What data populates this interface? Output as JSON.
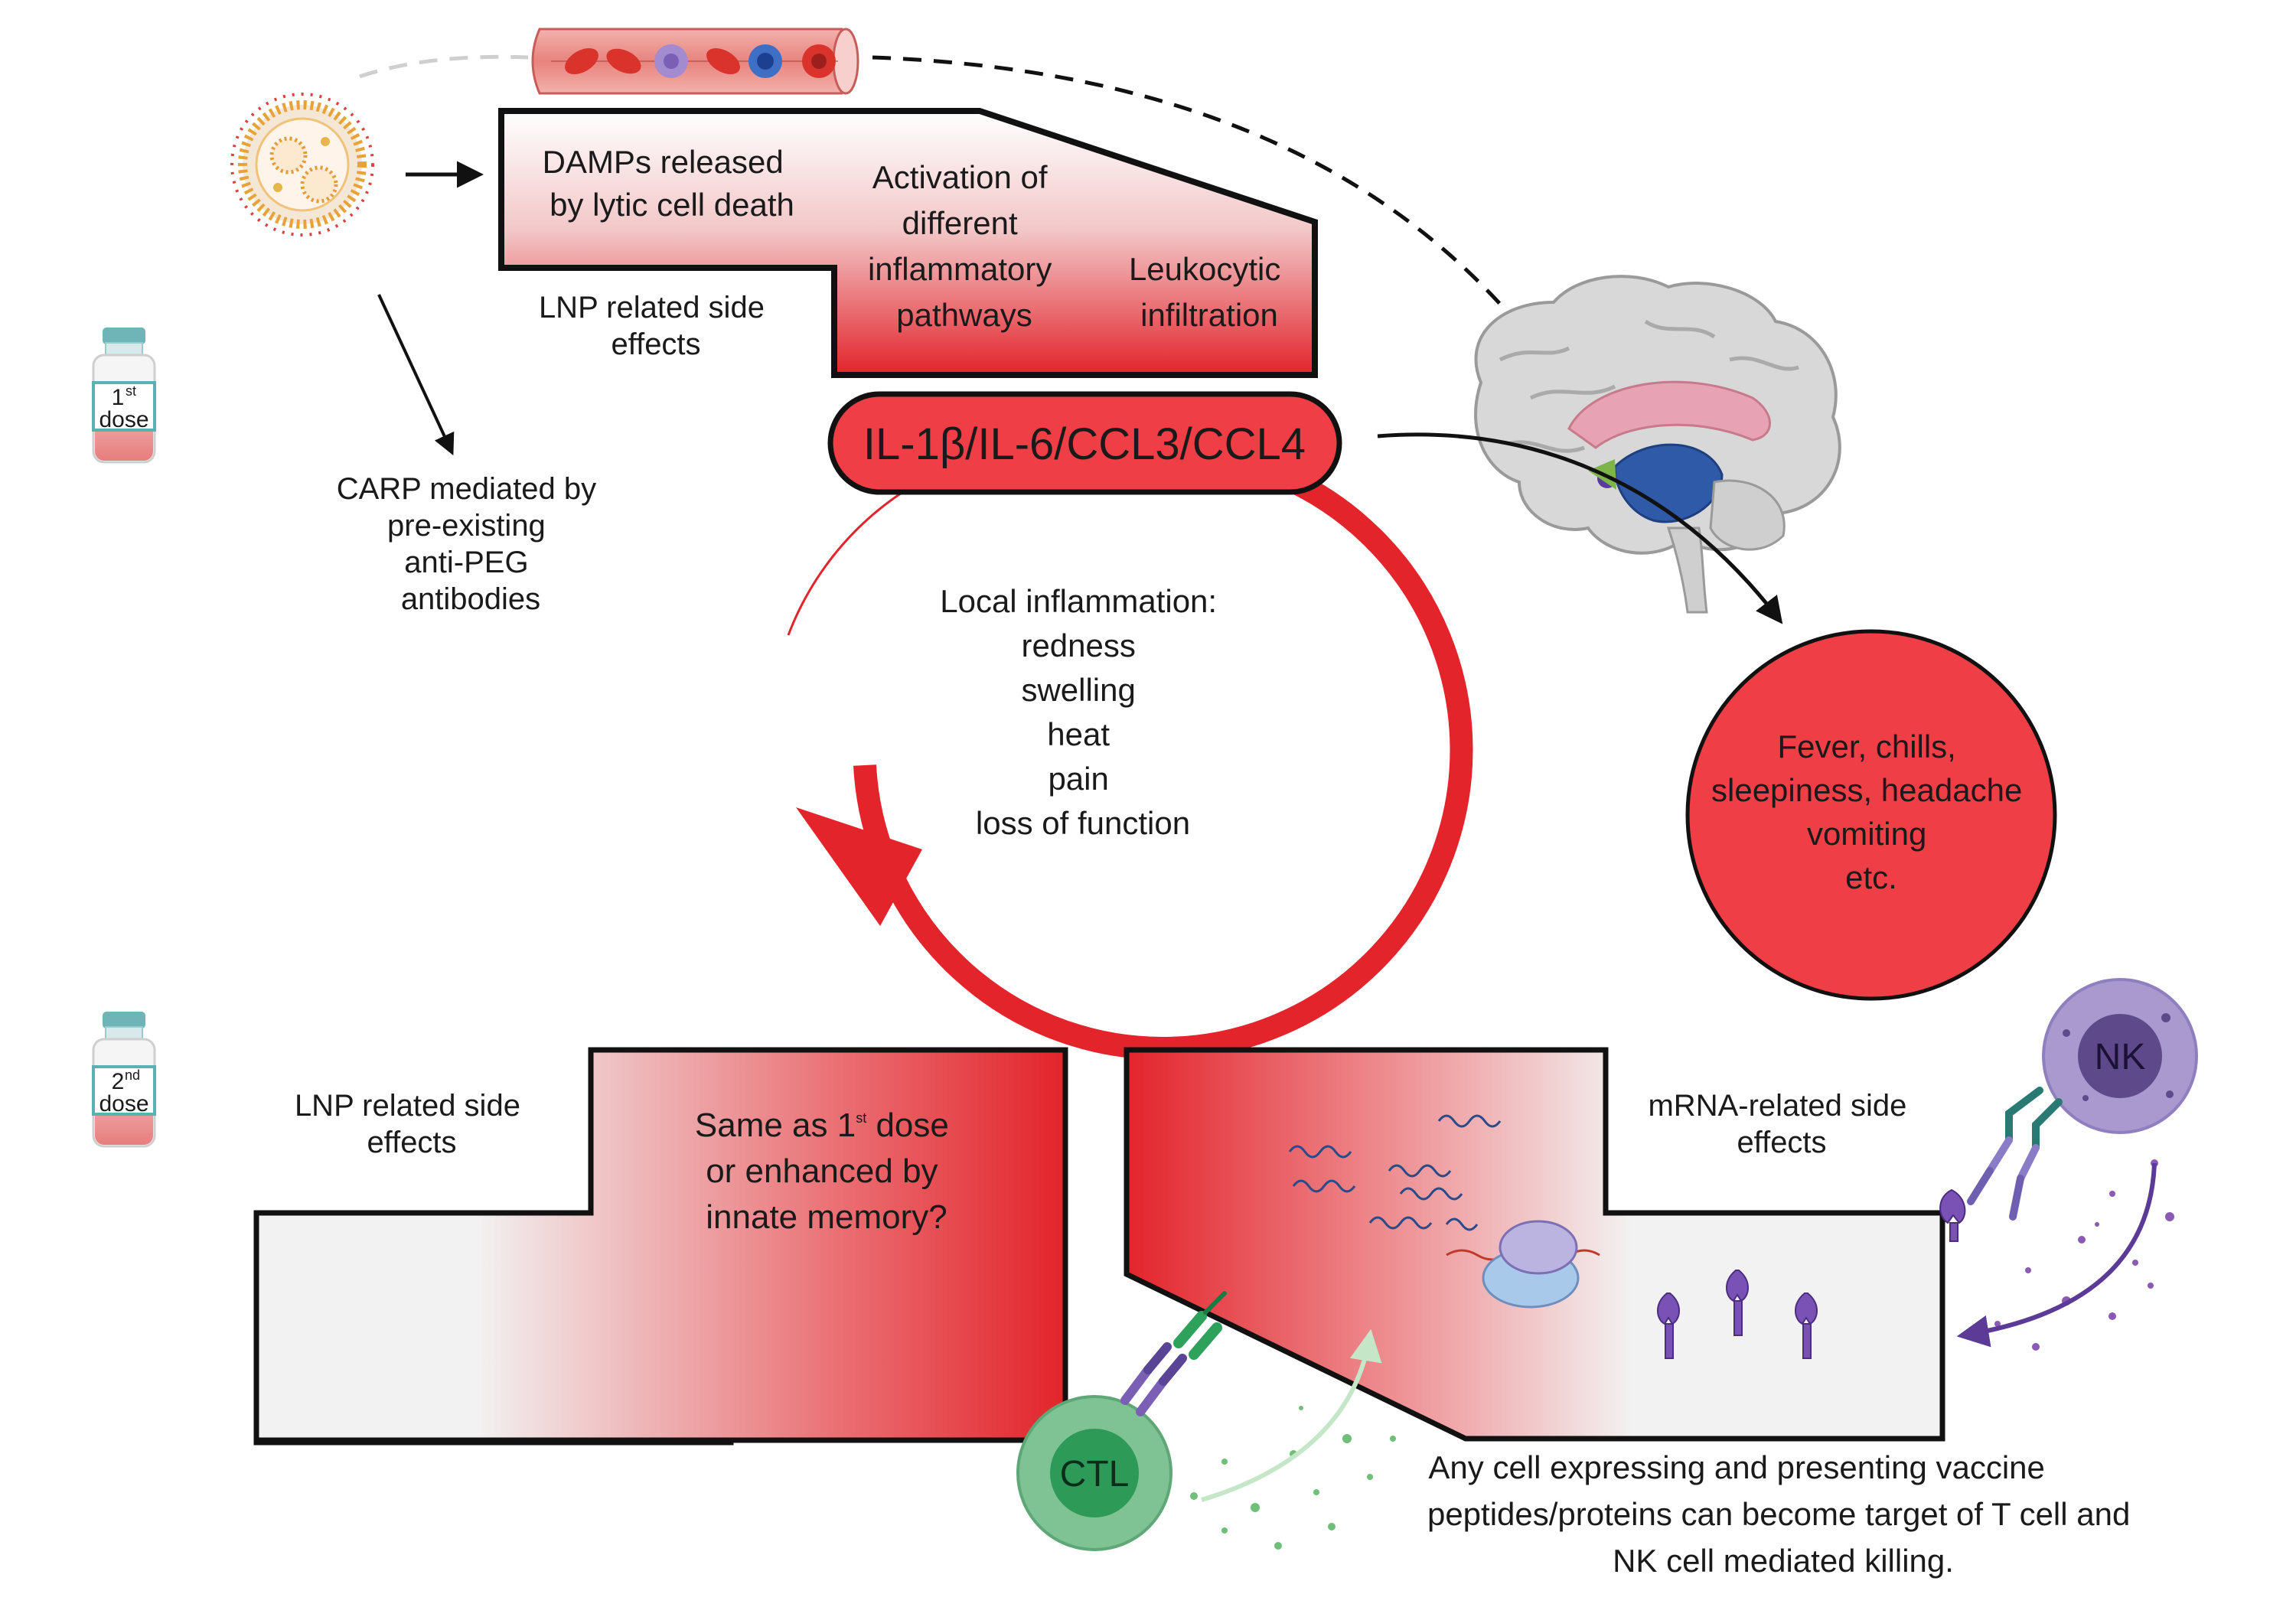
{
  "colors": {
    "inflammation_red": "#e3242b",
    "badge_red": "#ef3e45",
    "panel_gray": "#f2f2f2",
    "outline": "#111111",
    "ctl_green": "#7fc394",
    "nk_purple": "#a999cf",
    "nk_nucleus": "#5e4a8a",
    "brain_gray": "#d9d9d9",
    "vessel_pink": "#e98b86"
  },
  "icons": {
    "lnp": "lipid-nanoparticle-icon",
    "vessel": "blood-vessel-icon",
    "brain": "brain-icon",
    "vial": "vaccine-vial-icon",
    "mrna": "mrna-strand-icon",
    "ribosome": "ribosome-icon",
    "protein": "spike-protein-icon"
  },
  "first_dose": {
    "vial": {
      "number": "1",
      "suffix": "st",
      "word": "dose"
    },
    "damps": [
      "DAMPs released",
      "by lytic cell death"
    ],
    "activation": [
      "Activation of",
      "different",
      "inflammatory",
      "pathways"
    ],
    "leukocytic": [
      "Leukocytic",
      "infiltration"
    ],
    "lnp_side_effects": [
      "LNP related side",
      "effects"
    ],
    "carp": [
      "CARP mediated by",
      "pre-existing",
      "anti-PEG",
      "antibodies"
    ]
  },
  "cytokines": "IL-1β/IL-6/CCL3/CCL4",
  "local_inflammation": [
    "Local inflammation:",
    "redness",
    "swelling",
    "heat",
    "pain",
    "loss of function"
  ],
  "systemic": [
    "Fever, chills,",
    "sleepiness, headache",
    "vomiting",
    "etc."
  ],
  "second_dose": {
    "vial": {
      "number": "2",
      "suffix": "nd",
      "word": "dose"
    },
    "lnp_side_effects": [
      "LNP related side",
      "effects"
    ],
    "same_as": {
      "prefix": "Same as 1",
      "sup": "st",
      "suffix": " dose",
      "line2": "or enhanced by",
      "line3": "innate memory?"
    },
    "mrna_side_effects": [
      "mRNA-related side",
      "effects"
    ],
    "killing": [
      "Any cell  expressing and presenting  vaccine",
      "peptides/proteins can become target of T cell and",
      "NK cell mediated killing."
    ],
    "ctl": "CTL",
    "nk": "NK"
  }
}
